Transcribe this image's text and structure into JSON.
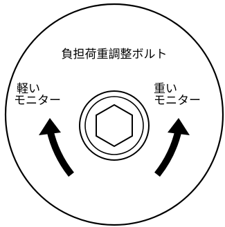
{
  "title": "負担荷重調整ボルト",
  "left_label": {
    "line1": "軽い",
    "line2": "モニター"
  },
  "right_label": {
    "line1": "重い",
    "line2": "モニター"
  },
  "icons": {
    "bolt": "hexagon-bolt-icon",
    "left_arrow": "curved-arrow-up-left-icon",
    "right_arrow": "curved-arrow-up-right-icon"
  },
  "colors": {
    "stroke": "#000000",
    "background": "#ffffff"
  }
}
